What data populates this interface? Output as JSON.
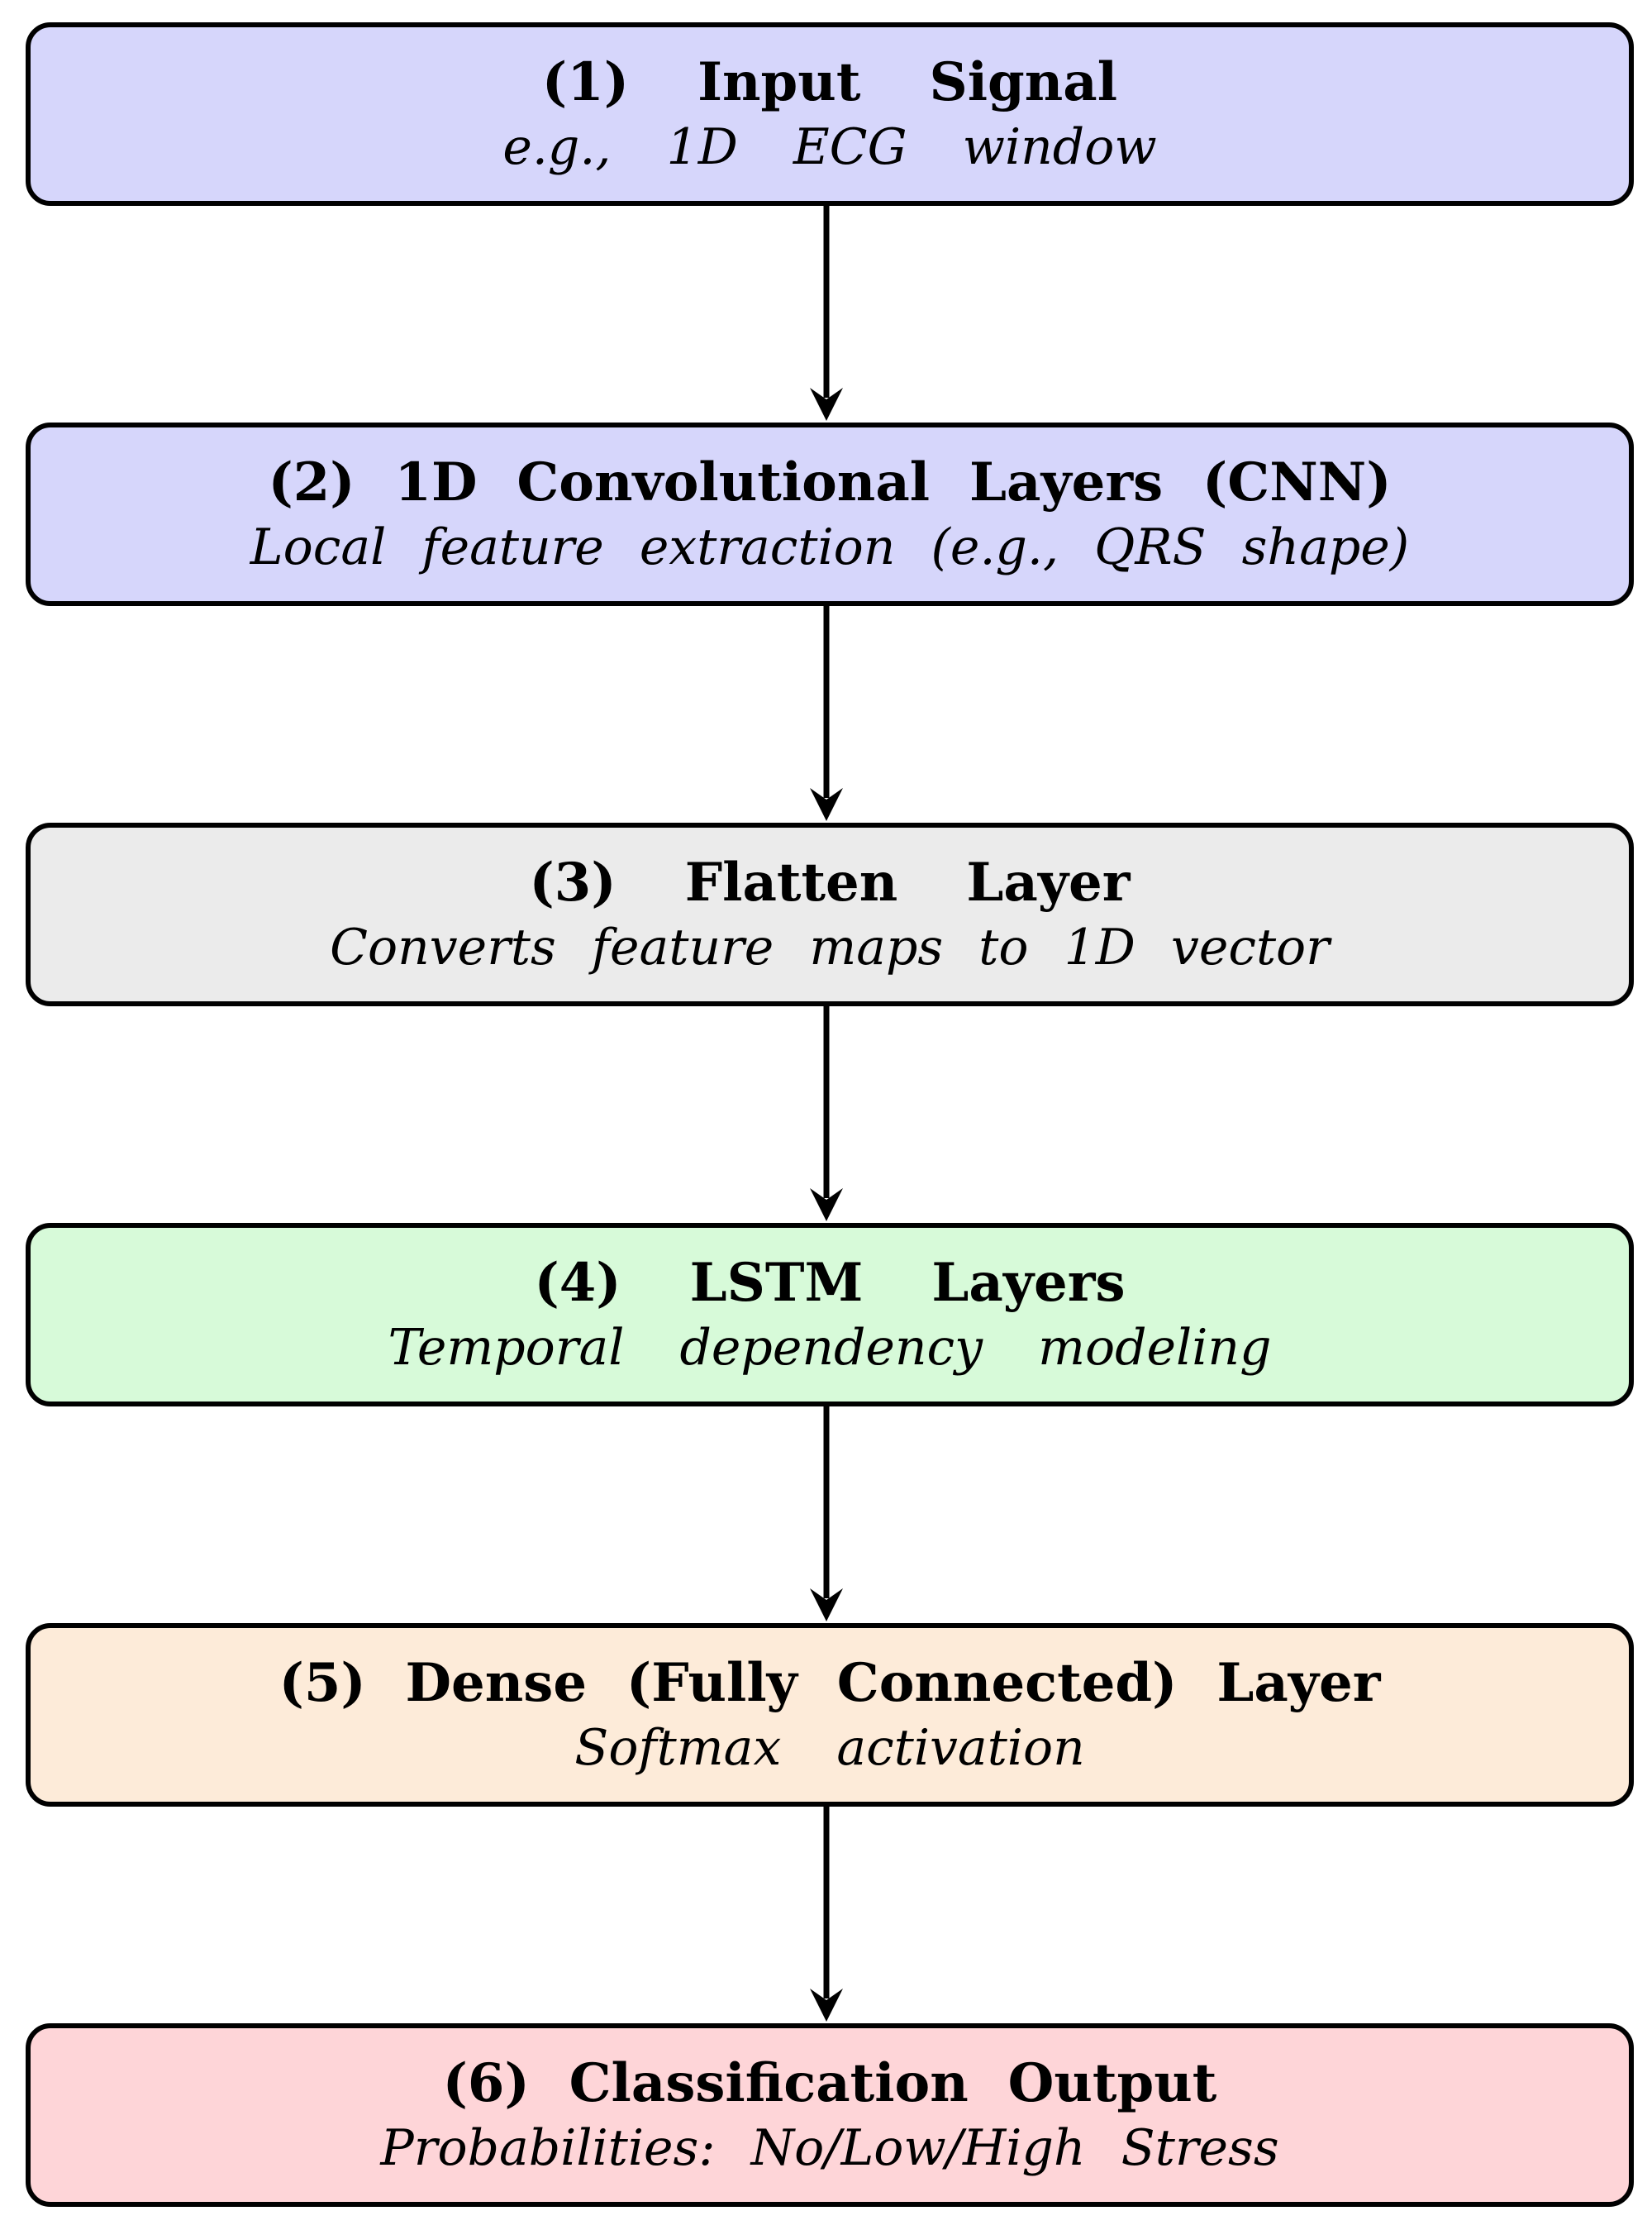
{
  "flowchart": {
    "colors": {
      "background": "#ffffff",
      "outline": "#000000",
      "arrow": "#000000",
      "text": "#000000"
    },
    "boxes": [
      {
        "title": "(1) Input Signal",
        "subtitle": "e.g., 1D ECG window",
        "fill": "#d6d6fb"
      },
      {
        "title": "(2) 1D Convolutional Layers (CNN)",
        "subtitle": "Local feature extraction (e.g., QRS shape)",
        "fill": "#d6d6fb"
      },
      {
        "title": "(3) Flatten Layer",
        "subtitle": "Converts feature maps to 1D vector",
        "fill": "#ebebeb"
      },
      {
        "title": "(4) LSTM Layers",
        "subtitle": "Temporal dependency modeling",
        "fill": "#d7fad9"
      },
      {
        "title": "(5) Dense (Fully Connected) Layer",
        "subtitle": "Softmax activation",
        "fill": "#fdebd9"
      },
      {
        "title": "(6) Classification Output",
        "subtitle": "Probabilities: No/Low/High Stress",
        "fill": "#fed5d8"
      }
    ],
    "arrows": [
      {
        "from": 1,
        "to": 2
      },
      {
        "from": 2,
        "to": 3
      },
      {
        "from": 3,
        "to": 4
      },
      {
        "from": 4,
        "to": 5
      },
      {
        "from": 5,
        "to": 6
      }
    ]
  }
}
